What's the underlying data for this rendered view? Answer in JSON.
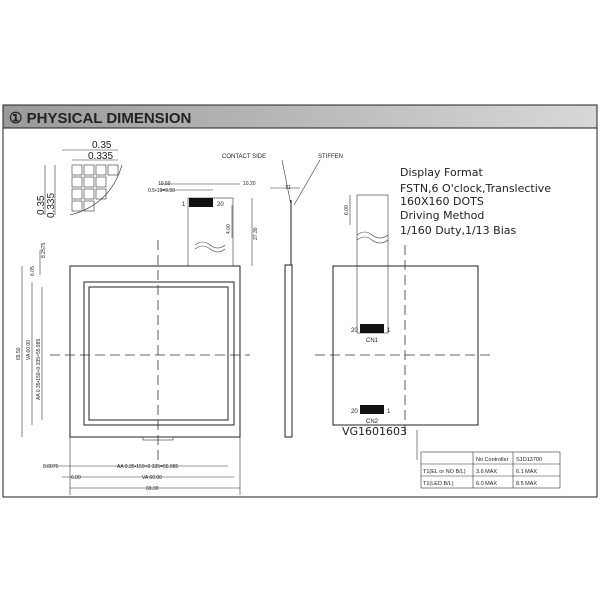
{
  "header": {
    "title": "① PHYSICAL DIMENSION"
  },
  "detail": {
    "h1": "0.35",
    "h2": "0.335",
    "v1": "0.35",
    "v2": "0.335"
  },
  "front": {
    "fpc_w": "10.50",
    "fpc_pitch": "0.5•19=9.50",
    "fpc_off": "10.20",
    "pin1": "1",
    "pin20": "20",
    "fpc_len1": "4.00",
    "fpc_len2": "27.30",
    "top_off": "8.2575",
    "top_gap": "6.05",
    "height": "69.50",
    "va_h": "VA 60.00",
    "aa_h": "AA 0.35•159+0.335=55.985",
    "left_off": "8.0075",
    "aa_w": "AA 0.35•159+0.335=55.985",
    "left_gap": "6.00",
    "va_w": "VA 60.00",
    "width": "69.00"
  },
  "side": {
    "contact": "CONTACT SIDE",
    "stiffen": "STIFFEN",
    "t1": "T1"
  },
  "back": {
    "fpc_w": "6.00",
    "cn1": "CN1",
    "cn2": "CN2",
    "pin20": "20",
    "pin1": "1",
    "model": "VG1601603"
  },
  "spec": [
    "Display Format",
    "FSTN,6 O'clock,Translective",
    "160X160 DOTS",
    "Driving Method",
    "1/160 Duty,1/13 Bias"
  ],
  "table": {
    "headers": [
      "",
      "No Controller",
      "S1D13700"
    ],
    "rows": [
      [
        "T1(EL or NO B/L)",
        "3.6 MAX",
        "6.1 MAX"
      ],
      [
        "T1(LED B/L)",
        "6.0 MAX",
        "8.5 MAX"
      ]
    ]
  }
}
